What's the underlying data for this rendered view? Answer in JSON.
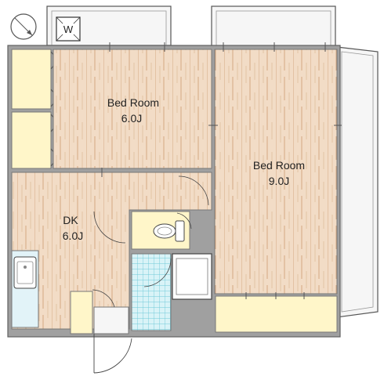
{
  "floorplan": {
    "rooms": [
      {
        "id": "bedroom-1",
        "name": "Bed Room",
        "size": "6.0J"
      },
      {
        "id": "bedroom-2",
        "name": "Bed Room",
        "size": "9.0J"
      },
      {
        "id": "dk",
        "name": "DK",
        "size": "6.0J"
      }
    ],
    "washer_symbol": "W",
    "colors": {
      "floor_wood": "#f2dcc6",
      "floor_line": "#d4a983",
      "wall": "#a0a0a0",
      "wall_stroke": "#606060",
      "storage": "#fff6c9",
      "bath_tile": "#d9f3f7",
      "bath_grid": "#6fc9d8",
      "kitchen": "#e2f3f8",
      "balcony": "#f6f6f6",
      "door_arc": "#444444"
    },
    "icons": [
      "compass-icon",
      "washer-icon",
      "toilet-icon",
      "sink-icon",
      "bathtub-icon",
      "door-swing-icon"
    ]
  }
}
